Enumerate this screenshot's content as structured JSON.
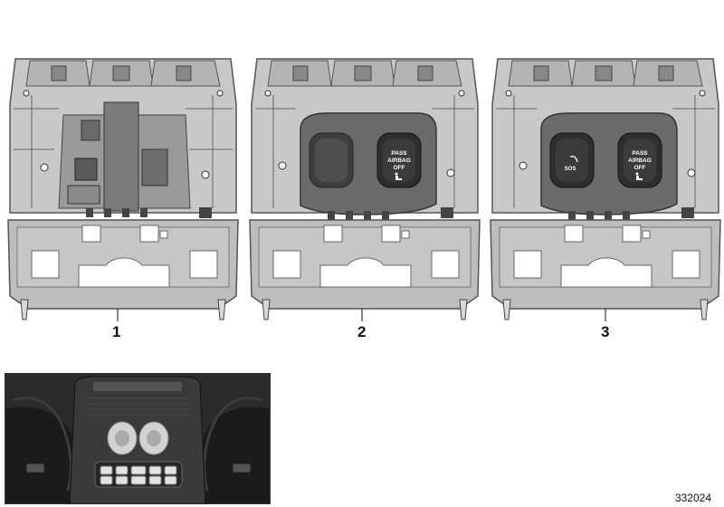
{
  "parts": [
    {
      "number": "1"
    },
    {
      "number": "2",
      "buttons": [
        {
          "lines": [
            "PASS",
            "AIRBAG",
            "OFF"
          ]
        }
      ]
    },
    {
      "number": "3",
      "buttons": [
        {
          "lines": [
            "SOS"
          ]
        },
        {
          "lines": [
            "PASS",
            "AIRBAG",
            "OFF"
          ]
        }
      ]
    }
  ],
  "diagram_number": "332024"
}
